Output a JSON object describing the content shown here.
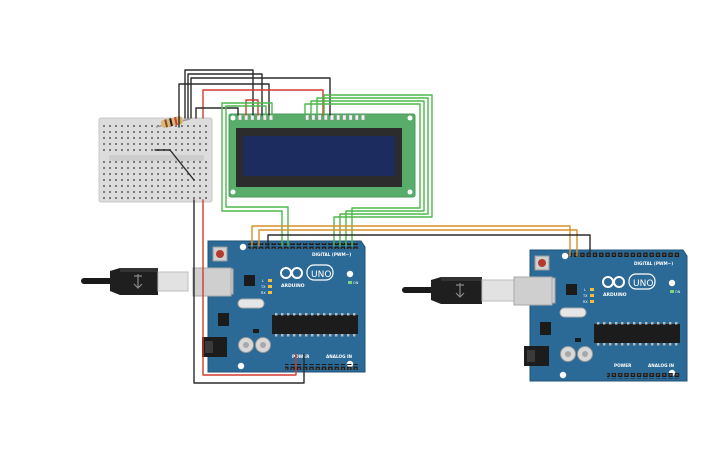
{
  "diagram": {
    "board_labels": {
      "brand": "ARDUINO",
      "model": "UNO",
      "digital_header": "DIGITAL (PWM~)",
      "power_header": "POWER",
      "analog_header": "ANALOG IN",
      "tx": "TX",
      "rx": "RX",
      "l_led": "L",
      "on_led": "ON"
    },
    "colors": {
      "board": "#2b6a96",
      "board_edge": "#1f5176",
      "breadboard": "#dcdcdc",
      "lcd_pcb": "#58ad6a",
      "lcd_screen": "#1c2c5e",
      "wire_black": "#2b2b2b",
      "wire_red": "#d23a2e",
      "wire_green": "#4cb84a",
      "wire_orange": "#d9902a"
    },
    "components": [
      {
        "id": "breadboard",
        "kind": "breadboard-mini"
      },
      {
        "id": "lcd",
        "kind": "lcd-16x2"
      },
      {
        "id": "resistor",
        "kind": "resistor"
      },
      {
        "id": "arduino-1",
        "kind": "arduino-uno"
      },
      {
        "id": "arduino-2",
        "kind": "arduino-uno"
      },
      {
        "id": "usb-cable-1",
        "kind": "usb-cable"
      },
      {
        "id": "usb-cable-2",
        "kind": "usb-cable"
      }
    ]
  }
}
